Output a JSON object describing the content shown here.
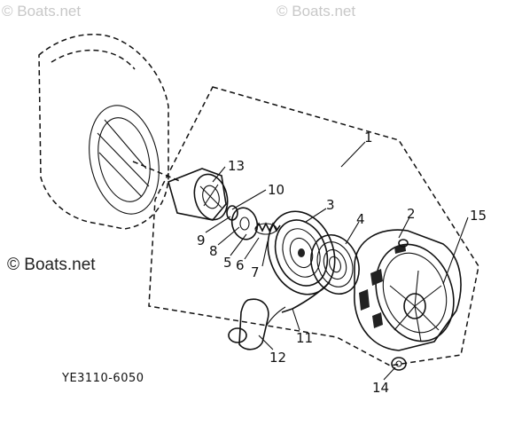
{
  "watermarks": {
    "top_left": "© Boats.net",
    "top_right": "© Boats.net",
    "middle_left": "© Boats.net"
  },
  "diagram_code": "YE3110-6050",
  "callouts": {
    "c1": "1",
    "c2": "2",
    "c3": "3",
    "c4": "4",
    "c5": "5",
    "c6": "6",
    "c7": "7",
    "c8": "8",
    "c9": "9",
    "c10": "10",
    "c11": "11",
    "c12": "12",
    "c13": "13",
    "c14": "14",
    "c15": "15"
  },
  "colors": {
    "ink": "#111111",
    "watermark": "#c8c8c8"
  }
}
